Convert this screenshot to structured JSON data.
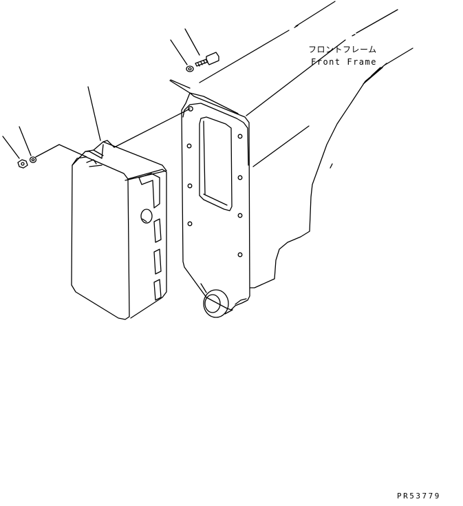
{
  "diagram": {
    "part_label_jp": "フロントフレーム",
    "part_label_en": "Front Frame",
    "drawing_code": "PR53779"
  },
  "colors": {
    "line": "#000000",
    "background": "#ffffff"
  }
}
